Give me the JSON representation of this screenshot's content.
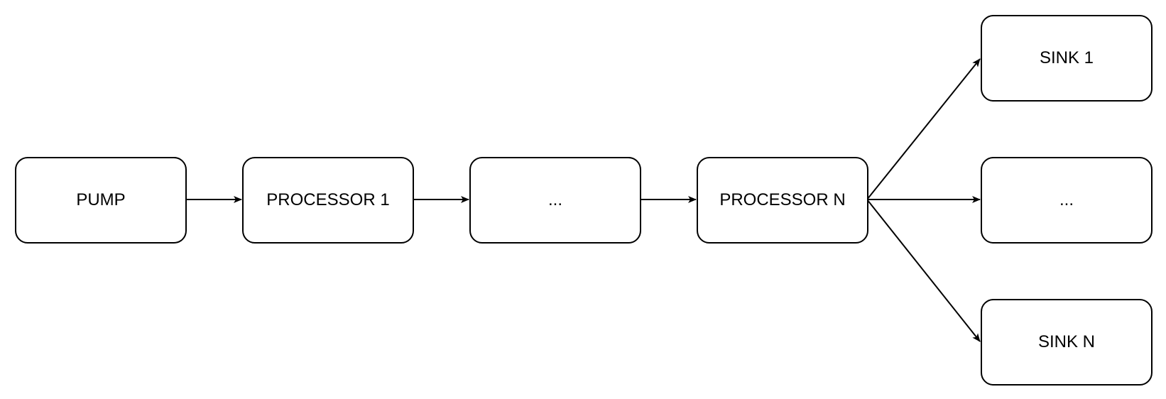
{
  "diagram": {
    "type": "flowchart",
    "nodes": [
      {
        "id": "pump",
        "label": "PUMP"
      },
      {
        "id": "processor1",
        "label": "PROCESSOR 1"
      },
      {
        "id": "processor_mid",
        "label": "..."
      },
      {
        "id": "processorN",
        "label": "PROCESSOR N"
      },
      {
        "id": "sink1",
        "label": "SINK 1"
      },
      {
        "id": "sink_mid",
        "label": "..."
      },
      {
        "id": "sinkN",
        "label": "SINK N"
      }
    ],
    "edges": [
      {
        "from": "pump",
        "to": "processor1"
      },
      {
        "from": "processor1",
        "to": "processor_mid"
      },
      {
        "from": "processor_mid",
        "to": "processorN"
      },
      {
        "from": "processorN",
        "to": "sink1"
      },
      {
        "from": "processorN",
        "to": "sink_mid"
      },
      {
        "from": "processorN",
        "to": "sinkN"
      }
    ],
    "colors": {
      "stroke": "#000000",
      "fill": "#ffffff",
      "text": "#000000"
    }
  }
}
